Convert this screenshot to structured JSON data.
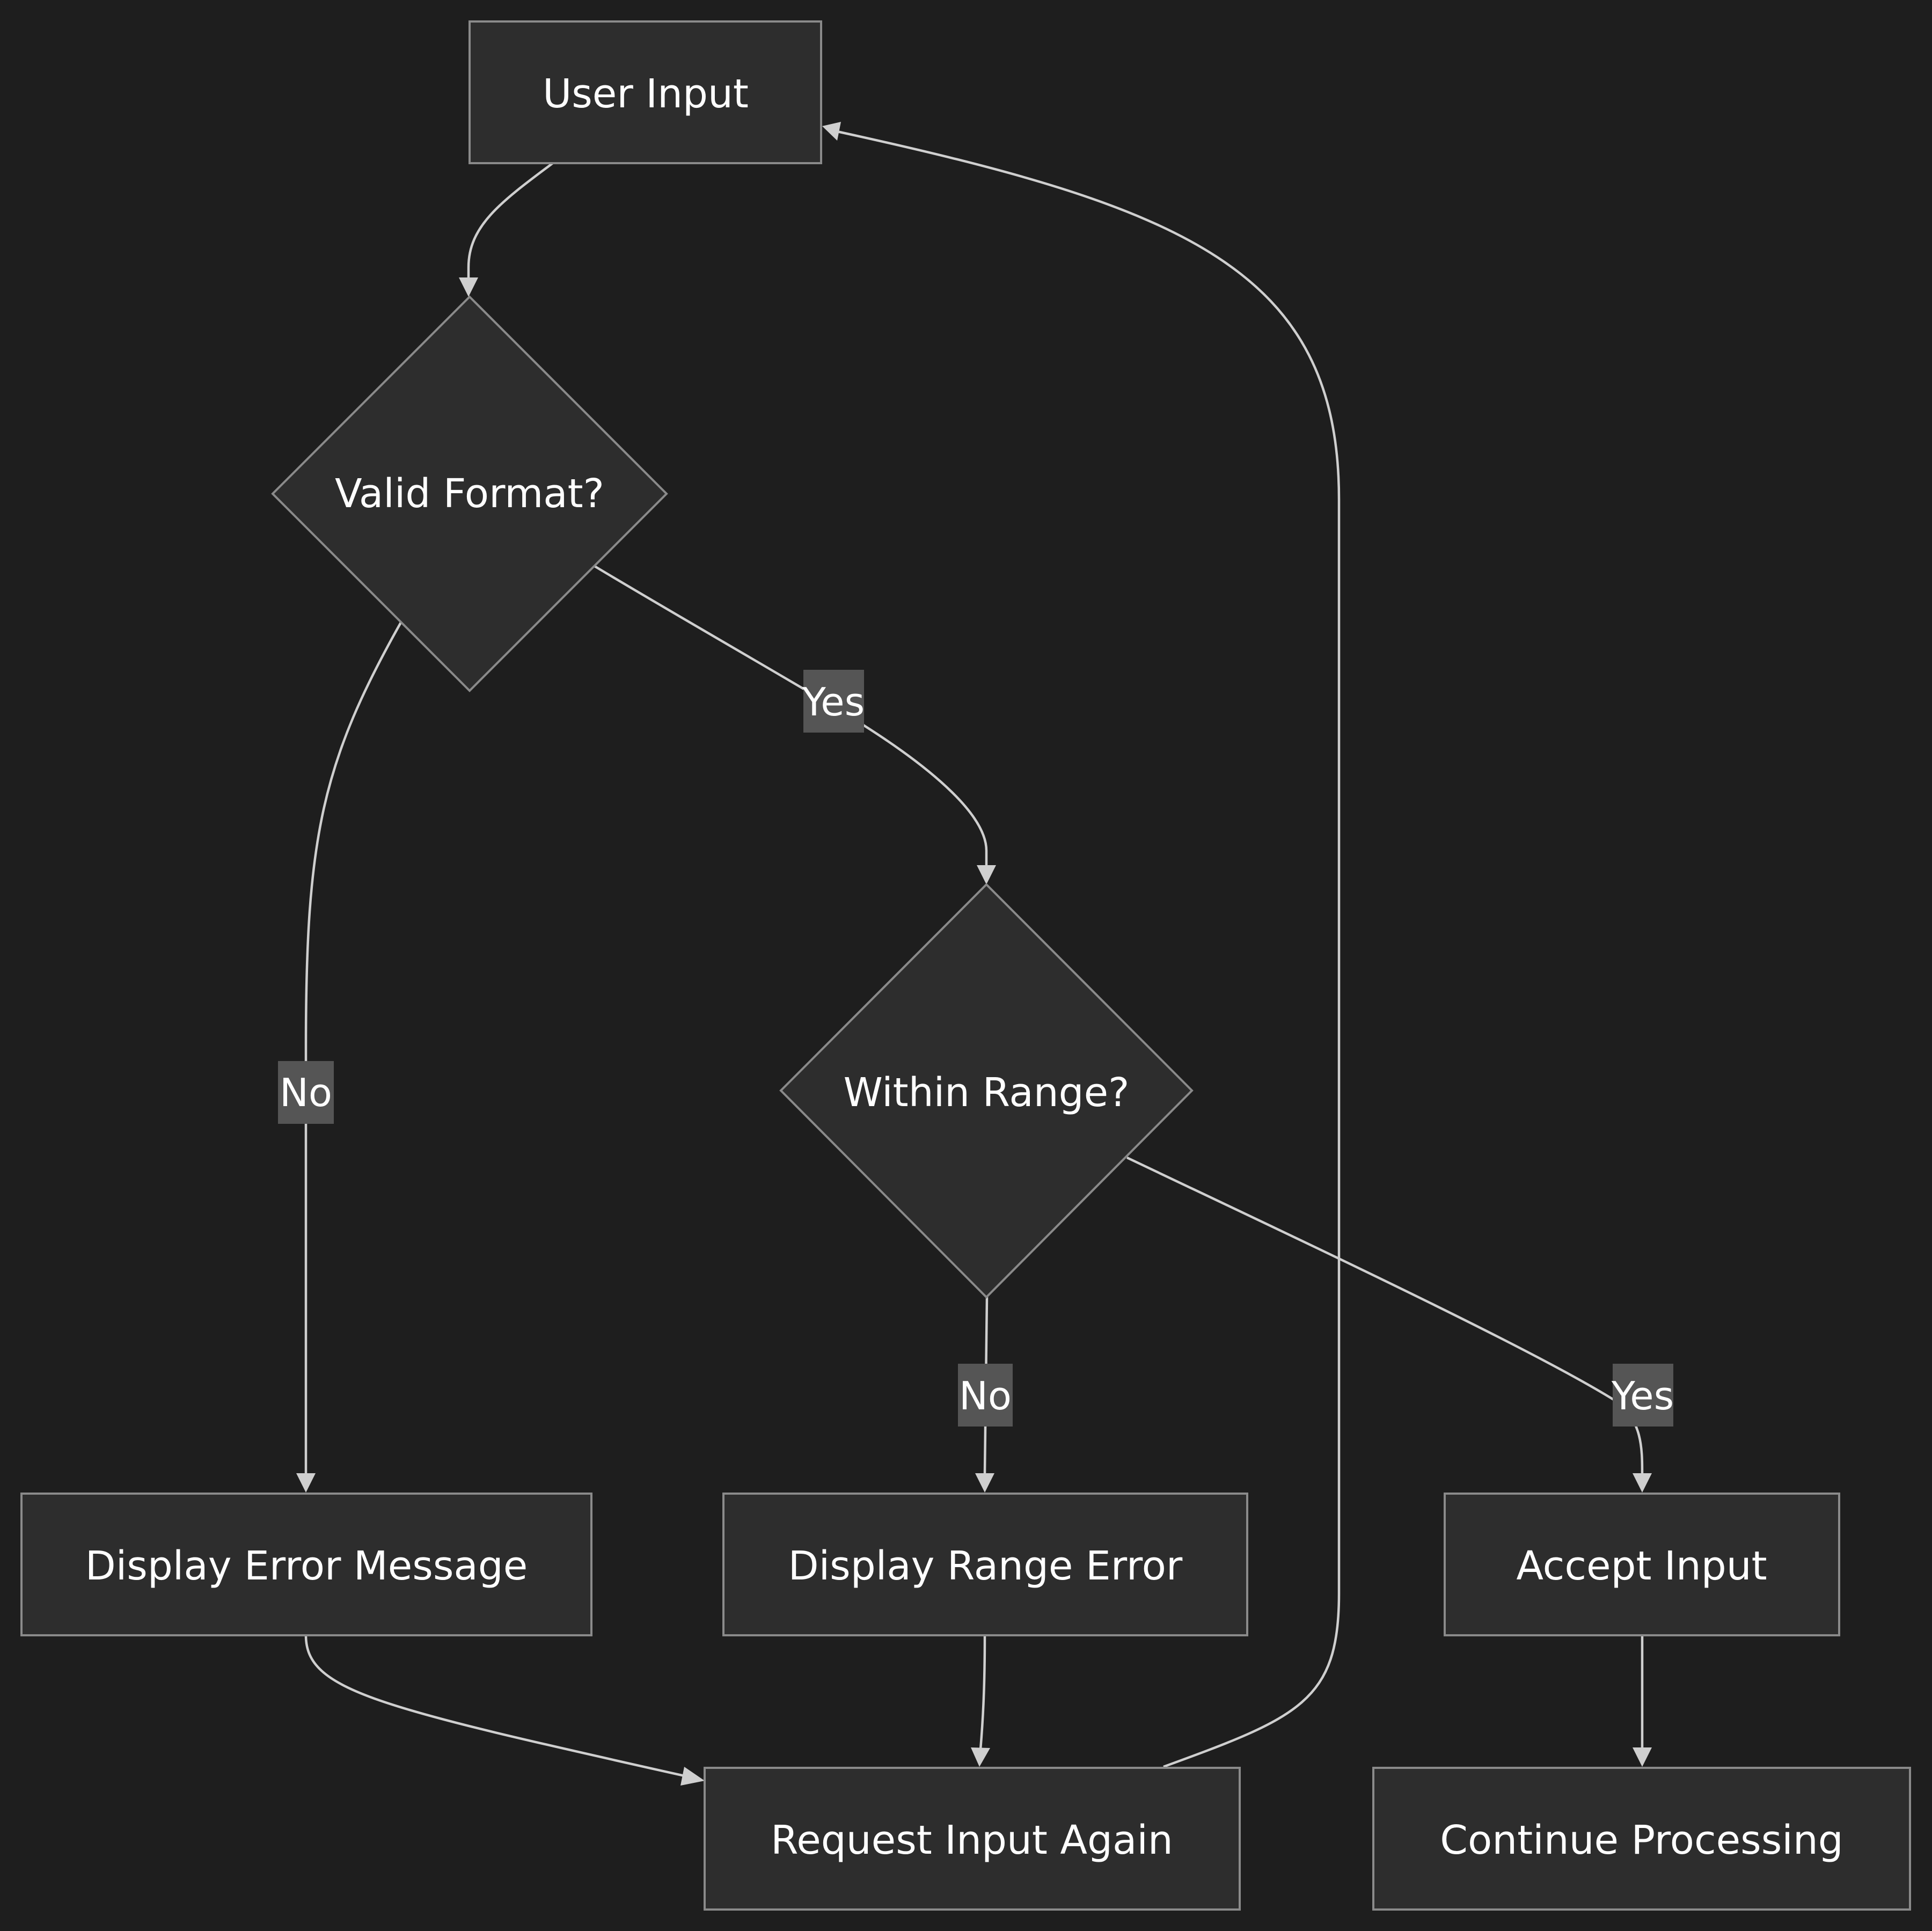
{
  "diagram": {
    "nodes": {
      "user_input": "User Input",
      "valid_format": "Valid Format?",
      "within_range": "Within Range?",
      "display_error_message": "Display Error Message",
      "display_range_error": "Display Range Error",
      "accept_input": "Accept Input",
      "request_input_again": "Request Input Again",
      "continue_processing": "Continue Processing"
    },
    "edge_labels": {
      "format_yes": "Yes",
      "format_no": "No",
      "range_no": "No",
      "range_yes": "Yes"
    },
    "colors": {
      "background": "#1e1e1e",
      "node_fill": "#2d2d2d",
      "node_stroke": "#8a8a8a",
      "edge": "#cfcfcf",
      "edge_label_bg": "#555555",
      "text": "#ffffff"
    }
  }
}
